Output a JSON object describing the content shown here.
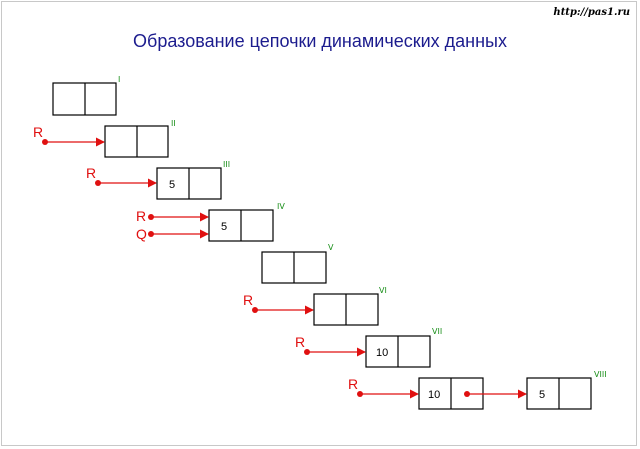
{
  "header": {
    "url": "http://pas1.ru",
    "title": "Образование цепочки динамических данных"
  },
  "colors": {
    "title": "#1c1c8e",
    "pointer": "#e01010",
    "step": "#1a8f1a"
  },
  "steps": {
    "s1": {
      "num": "I"
    },
    "s2": {
      "num": "II",
      "ptr_r": "R"
    },
    "s3": {
      "num": "III",
      "ptr_r": "R",
      "value": "5"
    },
    "s4": {
      "num": "IV",
      "ptr_r": "R",
      "ptr_q": "Q",
      "value": "5"
    },
    "s5": {
      "num": "V"
    },
    "s6": {
      "num": "VI",
      "ptr_r": "R"
    },
    "s7": {
      "num": "VII",
      "ptr_r": "R",
      "value": "10"
    },
    "s8": {
      "num": "VIII",
      "ptr_r": "R",
      "value": "10",
      "next_value": "5"
    }
  }
}
